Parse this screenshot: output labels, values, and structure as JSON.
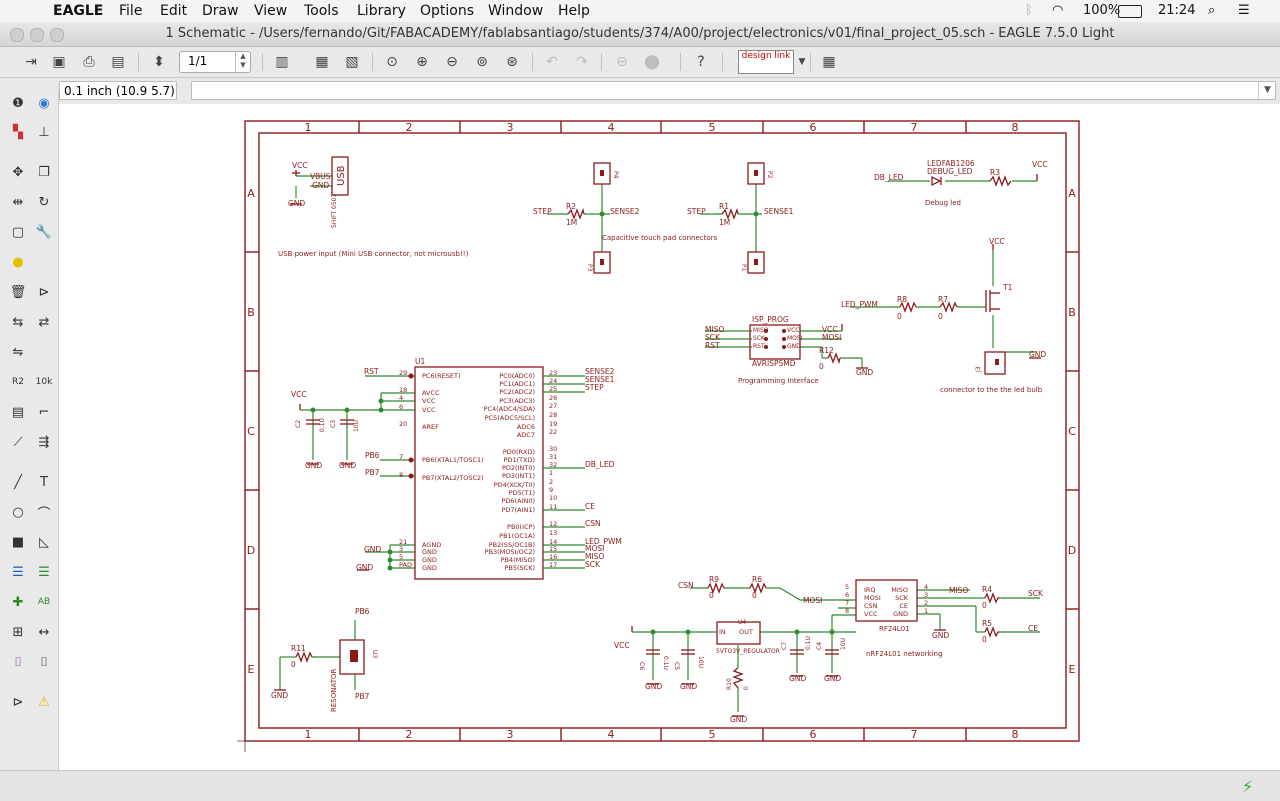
{
  "menubar": {
    "app": "EAGLE",
    "items": [
      "File",
      "Edit",
      "Draw",
      "View",
      "Tools",
      "Library",
      "Options",
      "Window",
      "Help"
    ],
    "battery": "100%",
    "time": "21:24"
  },
  "window": {
    "title": "1 Schematic - /Users/fernando/Git/FABACADEMY/fablabsantiago/students/374/A00/project/electronics/v01/final_project_05.sch - EAGLE 7.5.0 Light"
  },
  "toolbar": {
    "sheet": "1/1",
    "design_link": "design link"
  },
  "command": {
    "coordinate": "0.1 inch (10.9 5.7)",
    "input_value": ""
  },
  "frame": {
    "columns": [
      "1",
      "2",
      "3",
      "4",
      "5",
      "6",
      "7",
      "8"
    ],
    "rows": [
      "A",
      "B",
      "C",
      "D",
      "E"
    ]
  },
  "schematic": {
    "usb": {
      "vcc": "VCC",
      "vbus": "VBUS",
      "gnd": "GND",
      "gnd2": "GND",
      "name": "USB",
      "part": "SHIFT 0503",
      "caption": "USB power input (Mini USB connector, not microusb!!)"
    },
    "pads": {
      "p1": "P4",
      "p2": "P3",
      "p3": "P2",
      "p4": "P1",
      "step1": "STEP",
      "r2": "R2",
      "r2v": "1M",
      "sense2": "SENSE2",
      "step2": "STEP",
      "r1": "R1",
      "r1v": "1M",
      "sense1": "SENSE1",
      "caption": "Capacitive touch pad connectors"
    },
    "debug": {
      "led_name": "LEDFAB1206",
      "led_label": "DEBUG_LED",
      "net": "DB_LED",
      "r3": "R3",
      "vcc": "VCC",
      "caption": "Debug led"
    },
    "mosfet": {
      "vcc": "VCC",
      "t1": "T1",
      "net": "LED_PWM",
      "r8": "R8",
      "r8v": "0",
      "r7": "R7",
      "r7v": "0",
      "gnd": "GND",
      "j": "J3",
      "caption": "connector to the the led bulb"
    },
    "isp": {
      "name": "ISP_PROG",
      "miso": "MISO",
      "sck": "SCK",
      "rst": "RST",
      "vcc": "VCC",
      "mosi": "MOSI",
      "gnd": "GND",
      "r12": "R12",
      "r12v": "0",
      "part": "AVRISPSMD",
      "caption": "Programming Interface",
      "p1": "MISO",
      "p2": "SCK",
      "p3": "RST",
      "p4": "VCC",
      "p5": "MOSI",
      "p6": "GND"
    },
    "mcu": {
      "name": "U1",
      "left_pins": [
        {
          "num": "29",
          "label": "PC6(RESET)"
        },
        {
          "num": "18",
          "label": "AVCC"
        },
        {
          "num": "4",
          "label": "VCC"
        },
        {
          "num": "6",
          "label": "VCC"
        },
        {
          "num": "20",
          "label": "AREF"
        },
        {
          "num": "7",
          "label": "PB6(XTAL1/TOSC1)"
        },
        {
          "num": "8",
          "label": "PB7(XTAL2/TOSC2)"
        },
        {
          "num": "21",
          "label": "AGND"
        },
        {
          "num": "3",
          "label": "GND"
        },
        {
          "num": "5",
          "label": "GND"
        },
        {
          "num": "PAD",
          "label": "GND"
        }
      ],
      "right_pins": [
        {
          "num": "23",
          "label": "PC0(ADC0)"
        },
        {
          "num": "24",
          "label": "PC1(ADC1)"
        },
        {
          "num": "25",
          "label": "PC2(ADC2)"
        },
        {
          "num": "26",
          "label": "PC3(ADC3)"
        },
        {
          "num": "27",
          "label": "PC4(ADC4/SDA)"
        },
        {
          "num": "28",
          "label": "PC5(ADC5/SCL)"
        },
        {
          "num": "19",
          "label": "ADC6"
        },
        {
          "num": "22",
          "label": "ADC7"
        },
        {
          "num": "30",
          "label": "PD0(RXD)"
        },
        {
          "num": "31",
          "label": "PD1(TXD)"
        },
        {
          "num": "32",
          "label": "PD2(INT0)"
        },
        {
          "num": "1",
          "label": "PD3(INT1)"
        },
        {
          "num": "2",
          "label": "PD4(XCK/T0)"
        },
        {
          "num": "9",
          "label": "PD5(T1)"
        },
        {
          "num": "10",
          "label": "PD6(AIN0)"
        },
        {
          "num": "11",
          "label": "PD7(AIN1)"
        },
        {
          "num": "12",
          "label": "PB0(ICP)"
        },
        {
          "num": "13",
          "label": "PB1(OC1A)"
        },
        {
          "num": "14",
          "label": "PB2(SS/OC1B)"
        },
        {
          "num": "15",
          "label": "PB3(MOSI/OC2)"
        },
        {
          "num": "16",
          "label": "PB4(MISO)"
        },
        {
          "num": "17",
          "label": "PB5(SCK)"
        }
      ],
      "nets": {
        "rst": "RST",
        "pb6": "PB6",
        "pb7": "PB7",
        "sense2": "SENSE2",
        "sense1": "SENSE1",
        "step": "STEP",
        "db_led": "DB_LED",
        "ce": "CE",
        "csn": "CSN",
        "led_pwm": "LED_PWM",
        "mosi": "MOSI",
        "miso": "MISO",
        "sck": "SCK",
        "vcc": "VCC",
        "gnd1": "GND",
        "gnd2": "GND",
        "gnd3": "GND",
        "gnd4": "GND",
        "c2": "C2",
        "c2v": "0.1U",
        "c3": "C3",
        "c3v": "10U"
      }
    },
    "resonator": {
      "pb6": "PB6",
      "pb7": "PB7",
      "r11": "R11",
      "r11v": "0",
      "gnd": "GND",
      "label": "RESONATOR",
      "part": "U3"
    },
    "regulator": {
      "csn": "CSN",
      "r9": "R9",
      "r9v": "0",
      "r6": "R6",
      "r6v": "0",
      "mosi": "MOSI",
      "vcc": "VCC",
      "c6": "C6",
      "c6v": "0.1U",
      "c5": "C5",
      "c5v": "10U",
      "in": "IN",
      "out": "OUT",
      "u": "U4",
      "name": "5VTO3V_REGULATOR",
      "r10": "R10",
      "r10v": "0",
      "c7": "C7",
      "c7v": "0.1U",
      "c4": "C4",
      "c4v": "10U",
      "gnd": "GND"
    },
    "rf": {
      "name": "RF24L01",
      "pins_left": [
        "IRQ",
        "MOSI",
        "CSN",
        "VCC"
      ],
      "nums_left": [
        "5",
        "6",
        "7",
        "8"
      ],
      "pins_right": [
        "MISO",
        "SCK",
        "CE",
        "GND"
      ],
      "nums_right": [
        "4",
        "3",
        "2",
        "1"
      ],
      "miso": "MISO",
      "r4": "R4",
      "r4v": "0",
      "sck": "SCK",
      "r5": "R5",
      "r5v": "0",
      "ce": "CE",
      "gnd": "GND",
      "caption": "nRF24L01 networking"
    }
  }
}
